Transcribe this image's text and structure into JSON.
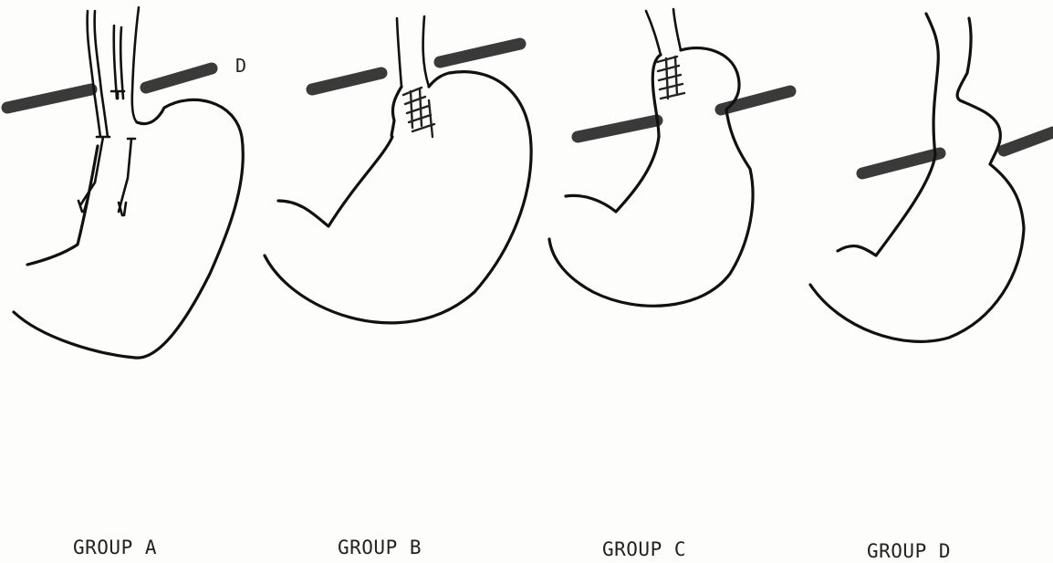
{
  "labels": {
    "diaphragm_marker": "D",
    "groups": [
      "GROUP A",
      "GROUP B",
      "GROUP C",
      "GROUP D"
    ]
  },
  "colors": {
    "ink": "#111111",
    "diaphragm_bar": "#3a3a3a",
    "paper": "#fdfdfc"
  }
}
